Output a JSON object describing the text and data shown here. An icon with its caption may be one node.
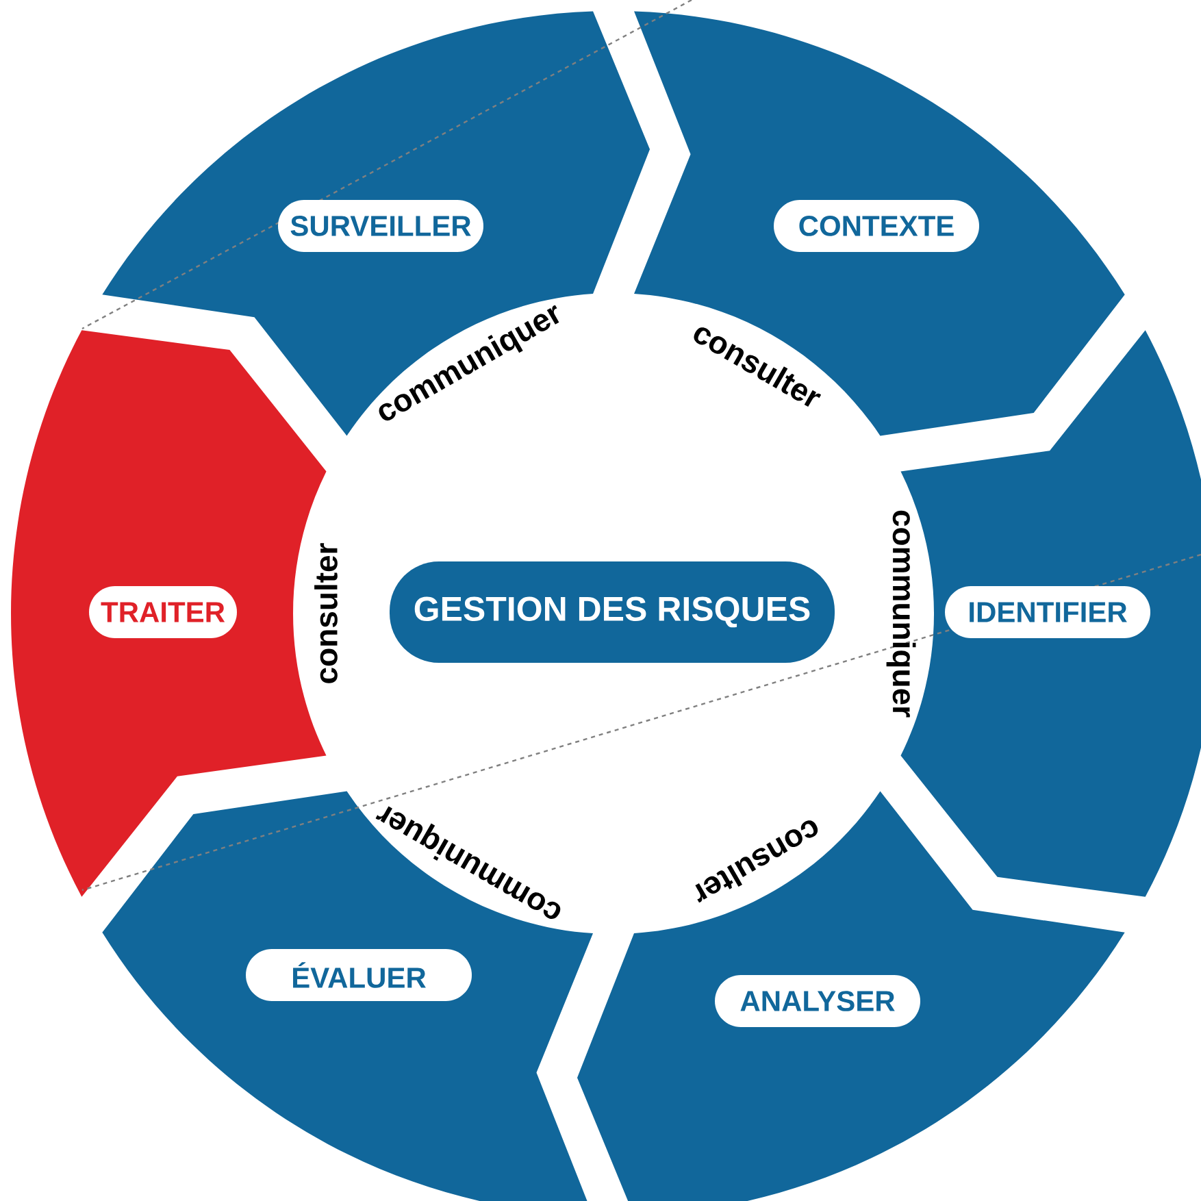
{
  "diagram": {
    "nodes": [
      {
        "text": [
          "CONTEXTE"
        ]
      },
      {
        "text": [
          "IDENTIFIER"
        ]
      },
      {
        "text": [
          "ANALYSER"
        ]
      },
      {
        "text": [
          "ÉVALUER"
        ]
      },
      {
        "text": [
          "TRAITER"
        ]
      },
      {
        "text": [
          "SURVEILLER"
        ]
      },
      {
        "text": [
          "GESTION DES RISQUES"
        ]
      }
    ],
    "labels": [
      "communiquer",
      "consulter",
      "communiquer",
      "consulter",
      "communiquer",
      "consulter"
    ]
  }
}
